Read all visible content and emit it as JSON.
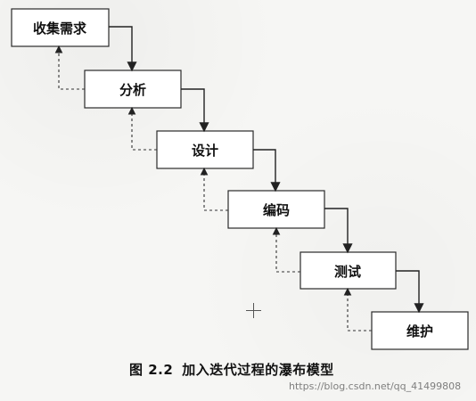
{
  "diagram": {
    "steps": [
      {
        "label": "收集需求"
      },
      {
        "label": "分析"
      },
      {
        "label": "设计"
      },
      {
        "label": "编码"
      },
      {
        "label": "测试"
      },
      {
        "label": "维护"
      }
    ]
  },
  "caption": {
    "figure_number": "图 2.2",
    "title": "加入迭代过程的瀑布模型"
  },
  "watermark": {
    "text": "https://blog.csdn.net/qq_41499808"
  },
  "colors": {
    "background": "#f6f6f4",
    "box_fill": "#ffffff",
    "stroke": "#222222"
  },
  "icons": {
    "cursor": "crosshair-cursor-icon"
  }
}
